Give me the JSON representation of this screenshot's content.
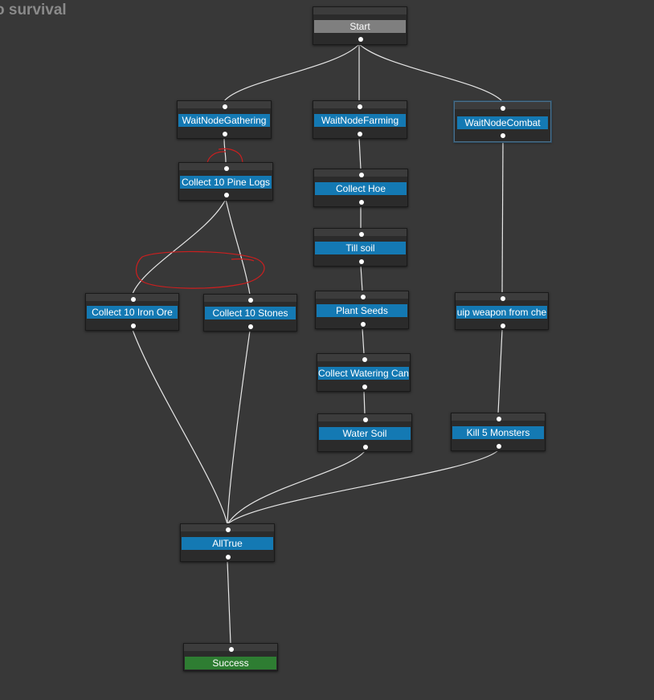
{
  "graph_title": "o survival",
  "nodes": {
    "start": "Start",
    "wait_gathering": "WaitNodeGathering",
    "wait_farming": "WaitNodeFarming",
    "wait_combat": "WaitNodeCombat",
    "collect_pine_logs": "Collect 10 Pine Logs",
    "collect_hoe": "Collect Hoe",
    "till_soil": "Till soil",
    "collect_iron_ore": "Collect 10 Iron Ore",
    "collect_stones": "Collect 10 Stones",
    "plant_seeds": "Plant Seeds",
    "equip_weapon": "uip weapon from che",
    "collect_watering_can": "Collect Watering Can",
    "water_soil": "Water Soil",
    "kill_monsters": "Kill 5 Monsters",
    "all_true": "AllTrue",
    "success": "Success"
  },
  "colors": {
    "background": "#383838",
    "node_body": "#2b2b2b",
    "action_label": "#1479b3",
    "start_label": "#7f7f7f",
    "success_label": "#2e7d32",
    "edge": "#e6e6e6",
    "annotation": "#cc1f1f",
    "selected_outline": "#4a6f8a"
  },
  "selected_node": "WaitNodeCombat"
}
